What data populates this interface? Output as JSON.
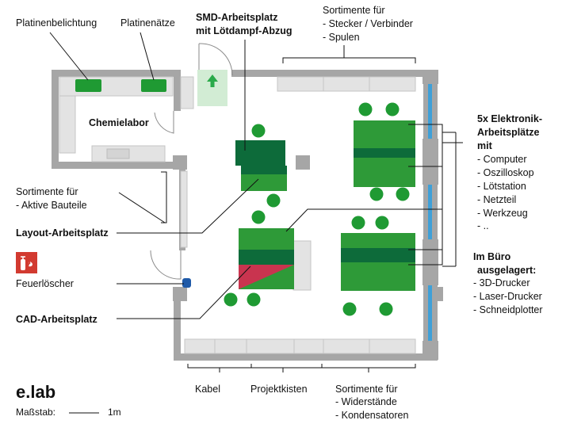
{
  "labels": {
    "platinenbelichtung": "Platinenbelichtung",
    "platinenaetze": "Platinenätze",
    "smd_title": "SMD-Arbeitsplatz",
    "smd_sub": "mit Lötdampf-Abzug",
    "sortimente_top": [
      "Sortimente für",
      "- Stecker / Verbinder",
      "- Spulen"
    ],
    "chemielabor": "Chemielabor",
    "sortimente_left": [
      "Sortimente für",
      "- Aktive Bauteile"
    ],
    "layout": "Layout-Arbeitsplatz",
    "feuerloescher": "Feuerlöscher",
    "cad": "CAD-Arbeitsplatz",
    "elektronik": [
      "5x Elektronik-",
      "Arbeitsplätze",
      "mit"
    ],
    "elektronik_items": [
      "- Computer",
      "- Oszilloskop",
      "- Lötstation",
      "- Netzteil",
      "- Werkzeug",
      "- .."
    ],
    "buero_title": [
      "Im Büro",
      "ausgelagert:"
    ],
    "buero_items": [
      "- 3D-Drucker",
      "- Laser-Drucker",
      "- Schneidplotter"
    ],
    "kabel": "Kabel",
    "projektkisten": "Projektkisten",
    "sortimente_bottom": [
      "Sortimente für",
      "- Widerstände",
      "- Kondensatoren"
    ],
    "logo": "e.lab",
    "scale_label": "Maßstab:",
    "scale_unit": "1m"
  },
  "colors": {
    "wall": "#a6a6a6",
    "furniture": "#e3e3e3",
    "furniture_stroke": "#c4c4c4",
    "table_green": "#2e9a38",
    "dark_green": "#0d6b3a",
    "chair_green": "#1f9a33",
    "window_blue": "#3fa0d8",
    "cad_red": "#c9344f",
    "exit_green": "#2aaa4a",
    "exit_bg": "#d2ecd4",
    "extinguisher": "#d23a30",
    "extinguisher_marker": "#1f5aa8"
  }
}
